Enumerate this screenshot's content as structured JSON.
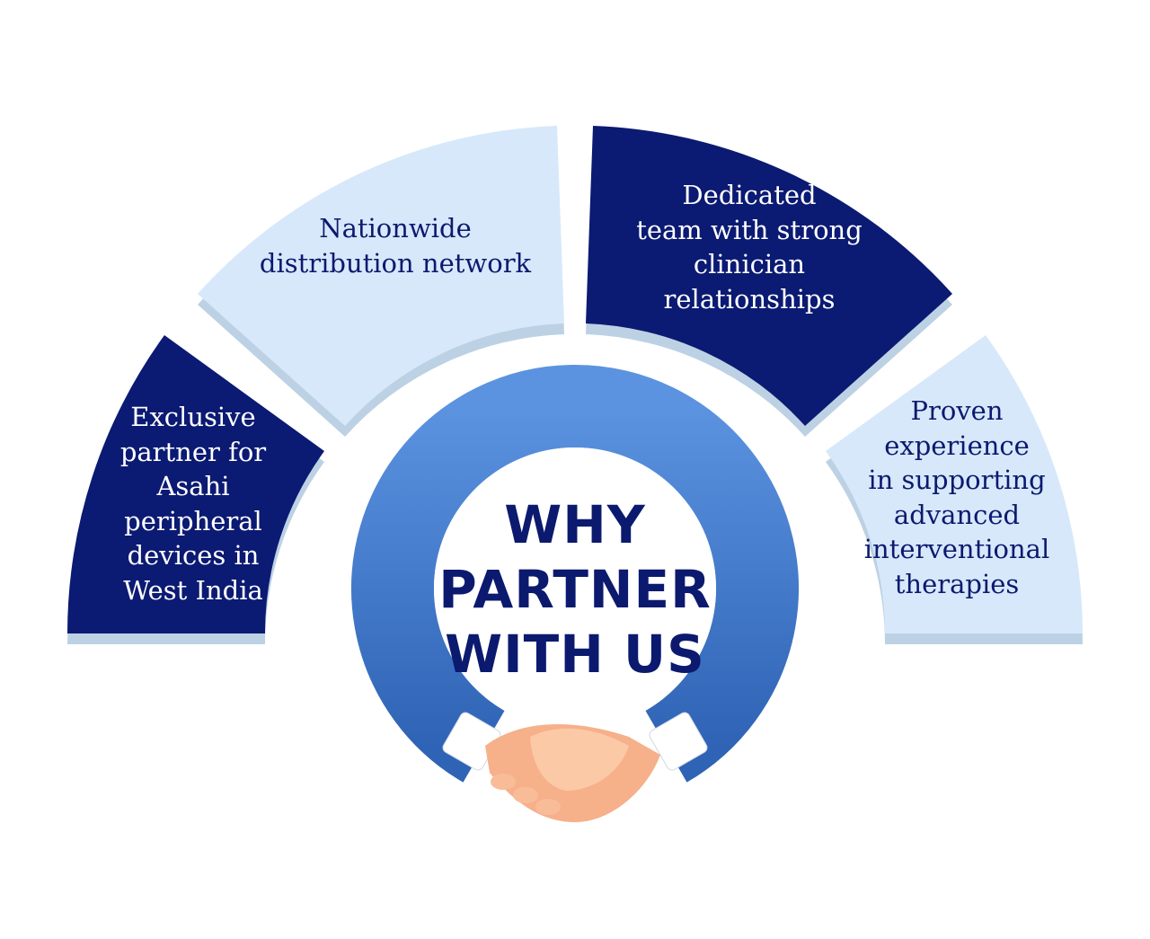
{
  "title": {
    "lines": [
      "WHY",
      "PARTNER",
      "WITH US"
    ]
  },
  "segments": [
    {
      "lines": [
        "Exclusive",
        "partner for",
        "Asahi",
        "peripheral",
        "devices in",
        "West India"
      ],
      "style": "dark"
    },
    {
      "lines": [
        "Nationwide",
        "distribution network"
      ],
      "style": "light"
    },
    {
      "lines": [
        "Dedicated",
        "team with strong",
        "clinician",
        "relationships"
      ],
      "style": "dark"
    },
    {
      "lines": [
        "Proven",
        "experience",
        "in supporting",
        "advanced",
        "interventional",
        "therapies"
      ],
      "style": "light"
    }
  ],
  "colors": {
    "dark": "#0b1a72",
    "light": "#d7e8fb",
    "shadow": "#bdd1e4",
    "ring": "#3f78cc"
  },
  "icons": {
    "center": "handshake-icon"
  }
}
